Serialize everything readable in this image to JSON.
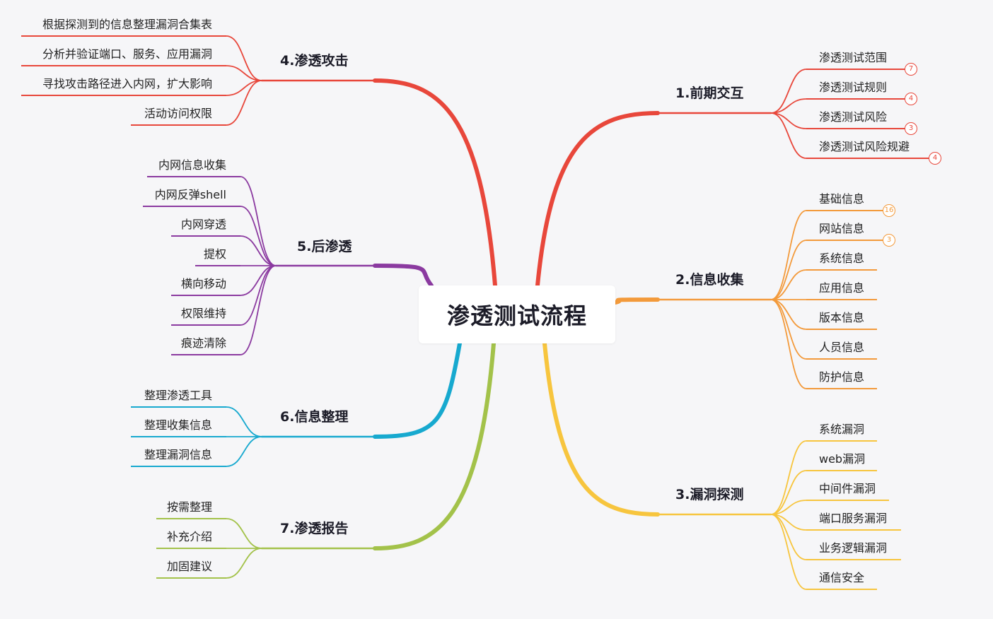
{
  "root": {
    "title": "渗透测试流程"
  },
  "branches": [
    {
      "id": "b1",
      "label": "1.前期交互",
      "color": "#e8473b",
      "items": [
        {
          "text": "渗透测试范围",
          "badge": "7"
        },
        {
          "text": "渗透测试规则",
          "badge": "4"
        },
        {
          "text": "渗透测试风险",
          "badge": "3"
        },
        {
          "text": "渗透测试风险规避",
          "badge": "4"
        }
      ]
    },
    {
      "id": "b2",
      "label": "2.信息收集",
      "color": "#f39a3b",
      "items": [
        {
          "text": "基础信息",
          "badge": "16"
        },
        {
          "text": "网站信息",
          "badge": "3"
        },
        {
          "text": "系统信息"
        },
        {
          "text": "应用信息"
        },
        {
          "text": "版本信息"
        },
        {
          "text": "人员信息"
        },
        {
          "text": "防护信息"
        }
      ]
    },
    {
      "id": "b3",
      "label": "3.漏洞探测",
      "color": "#f7c53e",
      "items": [
        {
          "text": "系统漏洞"
        },
        {
          "text": "web漏洞"
        },
        {
          "text": "中间件漏洞"
        },
        {
          "text": "端口服务漏洞"
        },
        {
          "text": "业务逻辑漏洞"
        },
        {
          "text": "通信安全"
        }
      ]
    },
    {
      "id": "b4",
      "label": "4.渗透攻击",
      "color": "#e8473b",
      "items": [
        {
          "text": "根据探测到的信息整理漏洞合集表"
        },
        {
          "text": "分析并验证端口、服务、应用漏洞"
        },
        {
          "text": "寻找攻击路径进入内网，扩大影响"
        },
        {
          "text": "活动访问权限"
        }
      ]
    },
    {
      "id": "b5",
      "label": "5.后渗透",
      "color": "#8b3aa0",
      "items": [
        {
          "text": "内网信息收集"
        },
        {
          "text": "内网反弹shell"
        },
        {
          "text": "内网穿透"
        },
        {
          "text": "提权"
        },
        {
          "text": "横向移动"
        },
        {
          "text": "权限维持"
        },
        {
          "text": "痕迹清除"
        }
      ]
    },
    {
      "id": "b6",
      "label": "6.信息整理",
      "color": "#17a9cf",
      "items": [
        {
          "text": "整理渗透工具"
        },
        {
          "text": "整理收集信息"
        },
        {
          "text": "整理漏洞信息"
        }
      ]
    },
    {
      "id": "b7",
      "label": "7.渗透报告",
      "color": "#a3c24a",
      "items": [
        {
          "text": "按需整理"
        },
        {
          "text": "补充介绍"
        },
        {
          "text": "加固建议"
        }
      ]
    }
  ]
}
